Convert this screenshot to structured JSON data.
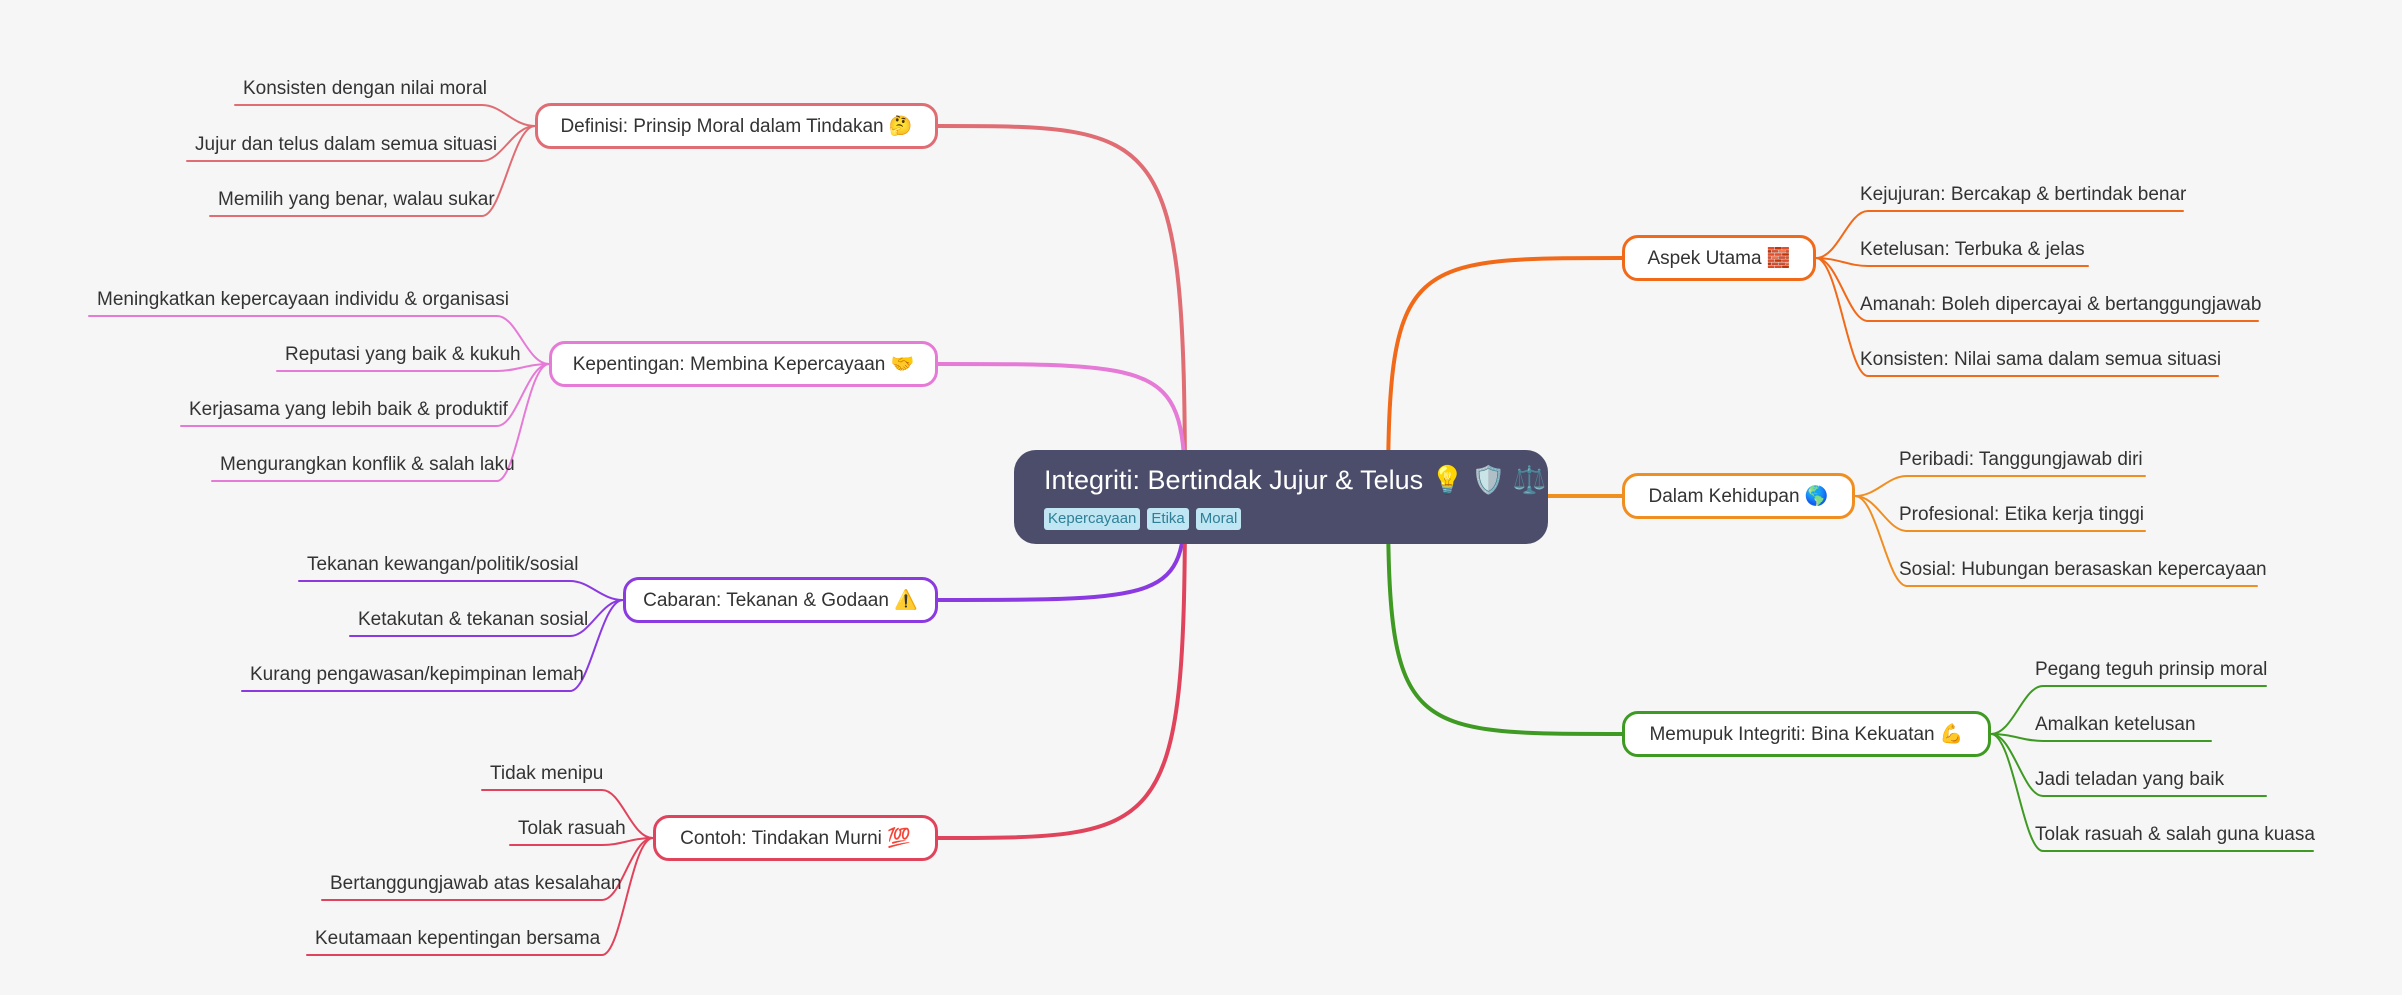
{
  "root": {
    "title": "Integriti: Bertindak Jujur & Telus 💡 🛡️ ⚖️",
    "tags": [
      "Kepercayaan",
      "Etika",
      "Moral"
    ]
  },
  "colors": {
    "root_bg": "#4b4d6a",
    "definisi": "#df6d73",
    "kepentingan": "#e57ad7",
    "cabaran": "#8a3ae0",
    "contoh": "#e0445c",
    "aspek": "#f06a1a",
    "kehidupan": "#ef8f22",
    "memupuk": "#3f9a23"
  },
  "branches": [
    {
      "id": "definisi",
      "label": "Definisi: Prinsip Moral dalam Tindakan 🤔",
      "color": "#df6d73",
      "leaves": [
        "Konsisten dengan nilai moral",
        "Jujur dan telus dalam semua situasi",
        "Memilih yang benar, walau sukar"
      ]
    },
    {
      "id": "kepentingan",
      "label": "Kepentingan: Membina Kepercayaan 🤝",
      "color": "#e57ad7",
      "leaves": [
        "Meningkatkan kepercayaan individu & organisasi",
        "Reputasi yang baik & kukuh",
        "Kerjasama yang lebih baik & produktif",
        "Mengurangkan konflik & salah laku"
      ]
    },
    {
      "id": "cabaran",
      "label": "Cabaran: Tekanan & Godaan ⚠️",
      "color": "#8a3ae0",
      "leaves": [
        "Tekanan kewangan/politik/sosial",
        "Ketakutan & tekanan sosial",
        "Kurang pengawasan/kepimpinan lemah"
      ]
    },
    {
      "id": "contoh",
      "label": "Contoh: Tindakan Murni 💯",
      "color": "#e0445c",
      "leaves": [
        "Tidak menipu",
        "Tolak rasuah",
        "Bertanggungjawab atas kesalahan",
        "Keutamaan kepentingan bersama"
      ]
    },
    {
      "id": "aspek",
      "label": "Aspek Utama 🧱",
      "color": "#f06a1a",
      "leaves": [
        "Kejujuran: Bercakap & bertindak benar",
        "Ketelusan: Terbuka & jelas",
        "Amanah: Boleh dipercayai & bertanggungjawab",
        "Konsisten: Nilai sama dalam semua situasi"
      ]
    },
    {
      "id": "kehidupan",
      "label": "Dalam Kehidupan 🌎",
      "color": "#ef8f22",
      "leaves": [
        "Peribadi: Tanggungjawab diri",
        "Profesional: Etika kerja tinggi",
        "Sosial: Hubungan berasaskan kepercayaan"
      ]
    },
    {
      "id": "memupuk",
      "label": "Memupuk Integriti: Bina Kekuatan 💪",
      "color": "#3f9a23",
      "leaves": [
        "Pegang teguh prinsip moral",
        "Amalkan ketelusan",
        "Jadi teladan yang baik",
        "Tolak rasuah & salah guna kuasa"
      ]
    }
  ]
}
